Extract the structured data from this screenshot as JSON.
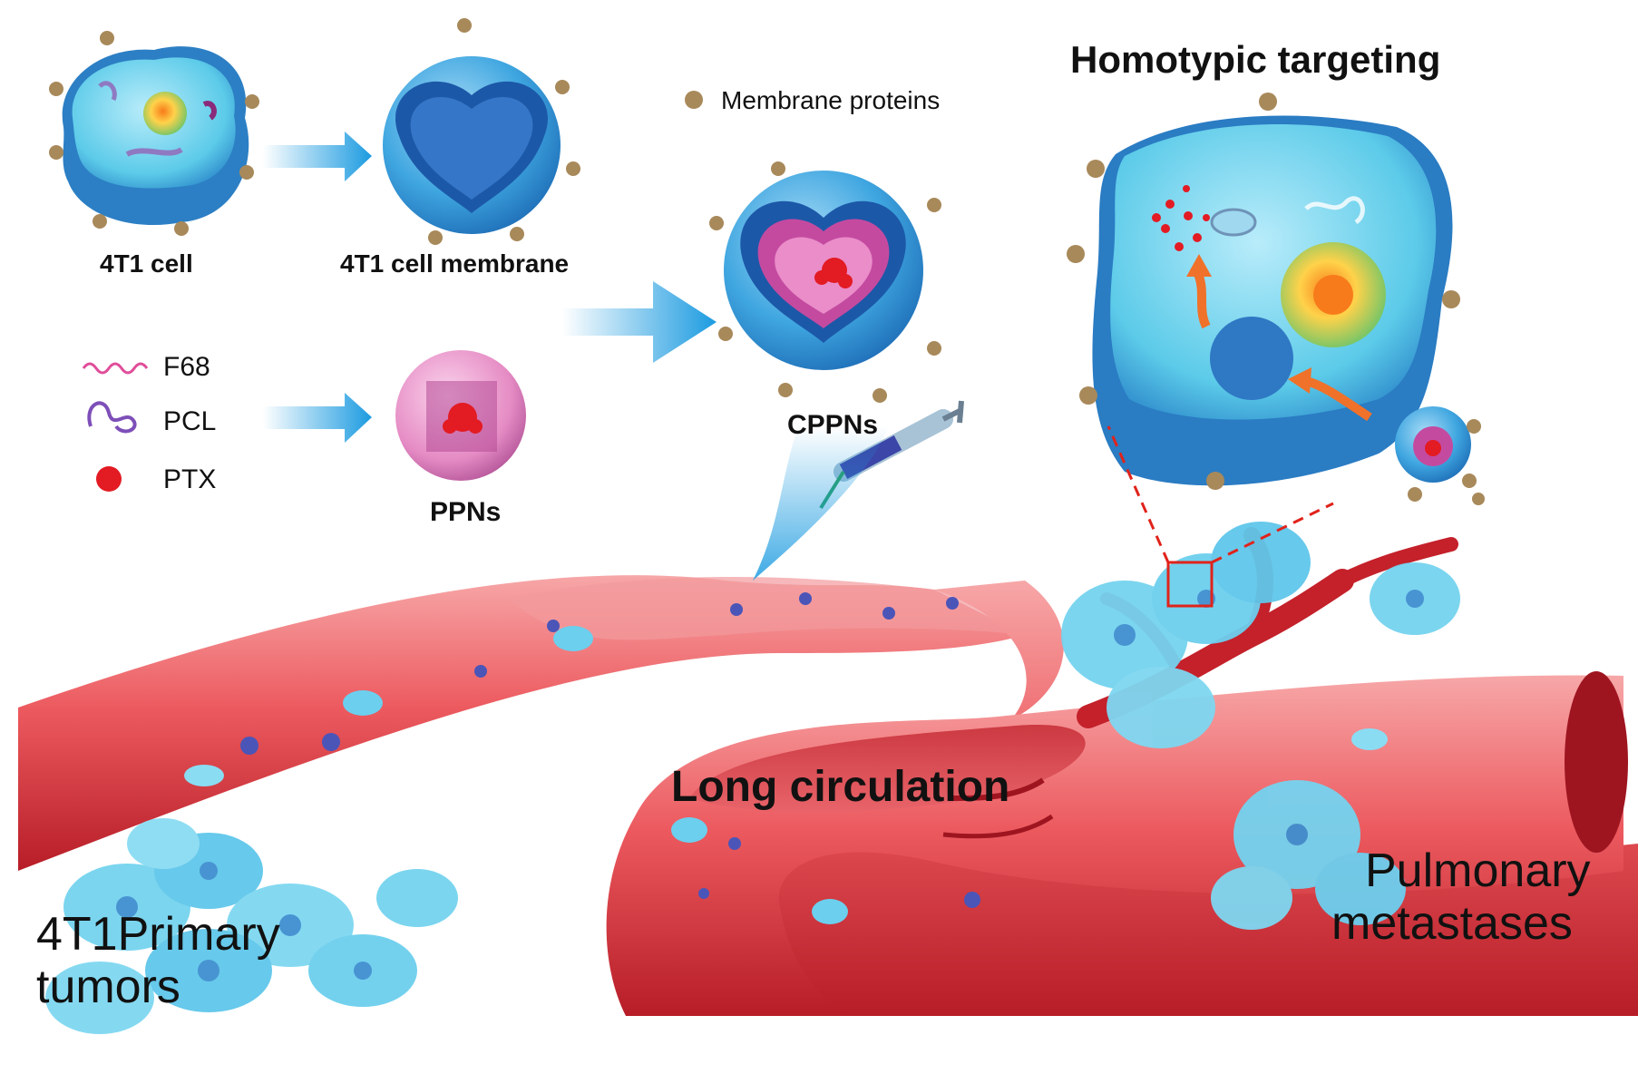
{
  "title": "Homotypic targeting",
  "labels": {
    "cell": "4T1 cell",
    "membrane": "4T1 cell membrane",
    "membrane_proteins": "Membrane proteins",
    "cppns": "CPPNs",
    "ppns": "PPNs",
    "long_circulation": "Long circulation",
    "primary_line1": "4T1Primary",
    "primary_line2": "tumors",
    "pulmonary_line1": "Pulmonary",
    "pulmonary_line2": "metastases"
  },
  "legend": [
    {
      "label": "F68",
      "icon": "wavy-line-icon"
    },
    {
      "label": "PCL",
      "icon": "polymer-coil-icon"
    },
    {
      "label": "PTX",
      "icon": "red-dot-icon"
    }
  ],
  "colors": {
    "vessel": "#e0454d",
    "vessel_dark": "#a8161f",
    "membrane": "#3aa6df",
    "cytoplasm": "#7fd6ee",
    "protein": "#a8895a",
    "drug": "#e31b23",
    "ppn": "#e98bc7",
    "arrow": "#1c9be0",
    "highlight": "#e0231b"
  }
}
